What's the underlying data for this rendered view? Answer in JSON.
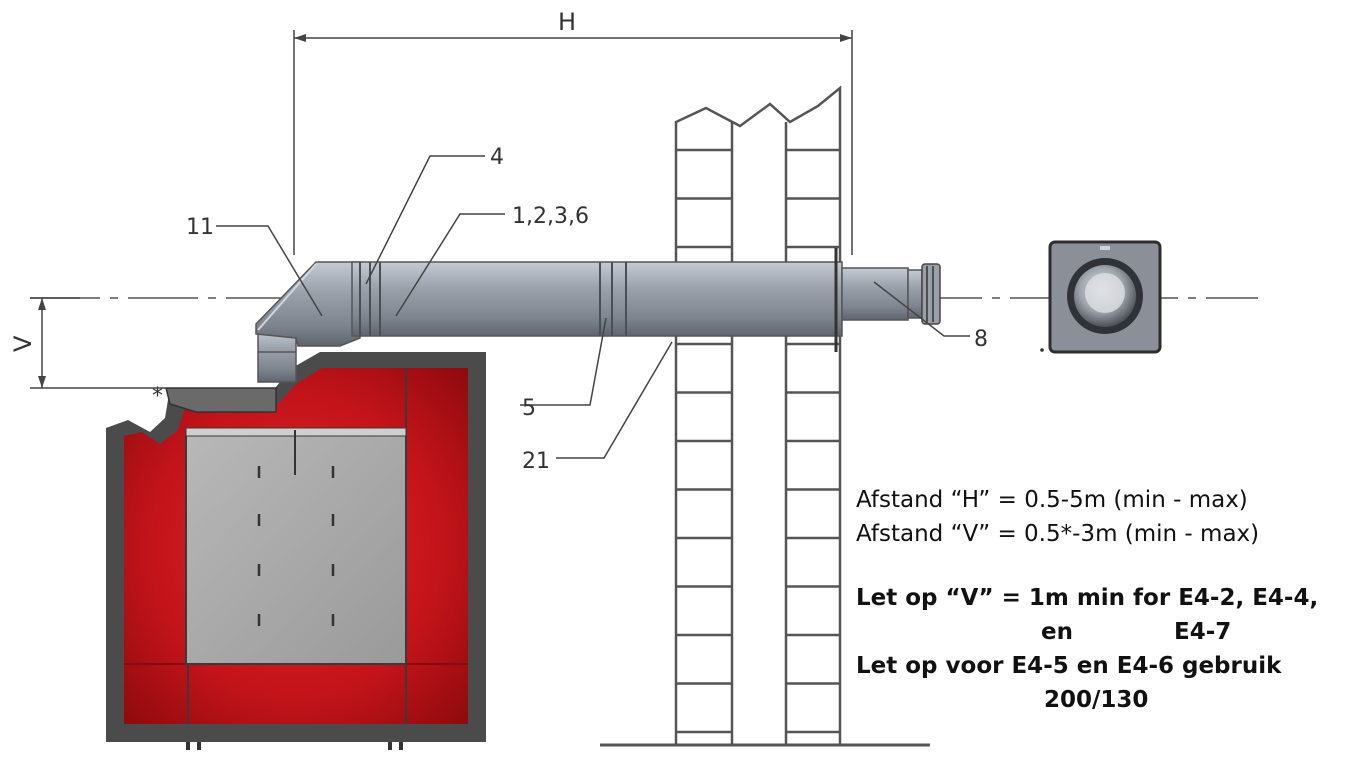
{
  "diagram": {
    "dimensions": {
      "horizontal": "H",
      "vertical": "V"
    },
    "part_labels": {
      "p4": "4",
      "p11": "11",
      "p1236": "1,2,3,6",
      "p8": "8",
      "p5": "5",
      "p21": "21"
    }
  },
  "notes": {
    "line1": "Afstand “H” = 0.5-5m (min - max)",
    "line2": "Afstand “V” = 0.5*-3m (min - max)",
    "warning1": "Let op “V” = 1m min for E4-2, E4-4,",
    "warning1_a": "en",
    "warning1_b": "E4-7",
    "warning2": "Let op voor E4-5 en E4-6 gebruik",
    "warning2_value": "200/130"
  },
  "colors": {
    "stove_red": "#c8171c",
    "stove_dark": "#b80e12",
    "stove_frame": "#4b4b4b",
    "glass": "#a9a9a9",
    "pipe": "#8f96a0",
    "line": "#444444"
  },
  "icons": [
    "terminal-cap-icon"
  ]
}
